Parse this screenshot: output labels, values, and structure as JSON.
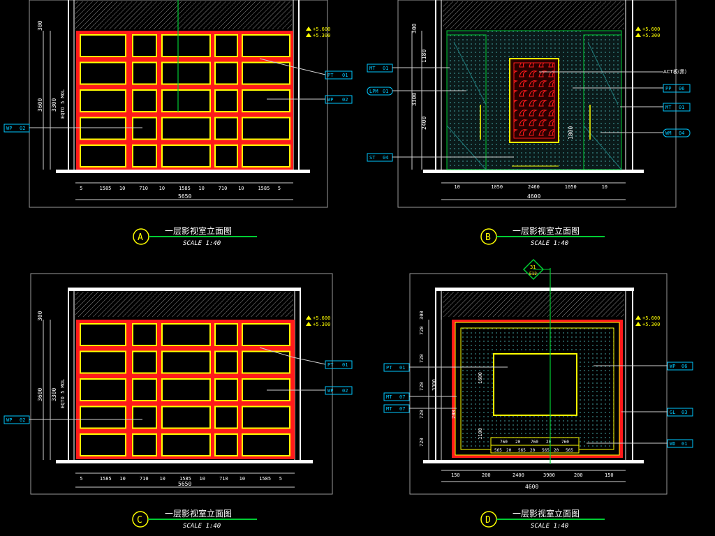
{
  "colors": {
    "background": "#000000",
    "red": "#ff1a1a",
    "yellow": "#ffff00",
    "white": "#ffffff",
    "green": "#00cc33",
    "teal": "#1f7a7a",
    "cyan": "#00c8ff",
    "grey": "#9a9a9a"
  },
  "panels": [
    {
      "id": "A",
      "title": "一层影视室立面图",
      "scale": "SCALE 1:40",
      "elev_marks": [
        "+5.600",
        "+5.300"
      ],
      "vert_dims": [
        "300",
        "3600",
        "3300",
        "EQTO 5 MOL"
      ],
      "horiz_dims": [
        "5",
        "1585",
        "10",
        "710",
        "10",
        "1585",
        "10",
        "710",
        "10",
        "1585",
        "5"
      ],
      "total_width": "5650",
      "left_tags": [
        {
          "code": "WP",
          "num": "02"
        }
      ],
      "right_tags": [
        {
          "code": "PT",
          "num": "01"
        },
        {
          "code": "WP",
          "num": "02"
        }
      ]
    },
    {
      "id": "B",
      "title": "一层影视室立面图",
      "scale": "SCALE 1:40",
      "elev_marks": [
        "+5.600",
        "+5.300"
      ],
      "vert_dims": [
        "300",
        "1180",
        "3300",
        "2400",
        "1800"
      ],
      "horiz_dims": [
        "10",
        "1050",
        "2460",
        "1050",
        "10"
      ],
      "total_width": "4600",
      "left_tags": [
        {
          "code": "MT",
          "num": "01"
        },
        {
          "code": "LPM",
          "num": "01"
        },
        {
          "code": "ST",
          "num": "04"
        }
      ],
      "right_tags": [
        {
          "code": "PP",
          "num": "06"
        },
        {
          "code": "MT",
          "num": "01"
        },
        {
          "code": "WM",
          "num": "04"
        }
      ],
      "note": "ACT板(黑)"
    },
    {
      "id": "C",
      "title": "一层影视室立面图",
      "scale": "SCALE 1:40",
      "elev_marks": [
        "+5.600",
        "+5.300"
      ],
      "vert_dims": [
        "300",
        "3600",
        "3300",
        "EQTO 5 MOL"
      ],
      "horiz_dims": [
        "5",
        "1585",
        "10",
        "710",
        "10",
        "1585",
        "10",
        "710",
        "10",
        "1585",
        "5"
      ],
      "total_width": "5650",
      "left_tags": [
        {
          "code": "WP",
          "num": "02"
        }
      ],
      "right_tags": [
        {
          "code": "PT",
          "num": "01"
        },
        {
          "code": "WP",
          "num": "02"
        }
      ]
    },
    {
      "id": "D",
      "title": "一层影视室立面图",
      "scale": "SCALE 1:40",
      "elev_marks": [
        "+5.600",
        "+5.300"
      ],
      "vert_dims": [
        "300",
        "720",
        "720",
        "720",
        "720",
        "720",
        "3300",
        "1600",
        "1100",
        "200"
      ],
      "horiz_dims": [
        "150",
        "200",
        "2400",
        "3900",
        "200",
        "150"
      ],
      "total_width": "4600",
      "callout": {
        "num": "31",
        "sheet": "E12"
      },
      "cabinet_top": [
        "760",
        "20",
        "760",
        "20",
        "760"
      ],
      "cabinet_bottom": [
        "565",
        "20",
        "565",
        "20",
        "565",
        "20",
        "565"
      ],
      "left_tags": [
        {
          "code": "PT",
          "num": "01"
        },
        {
          "code": "MT",
          "num": "07"
        },
        {
          "code": "MT",
          "num": "07"
        }
      ],
      "right_tags": [
        {
          "code": "WP",
          "num": "06"
        },
        {
          "code": "GL",
          "num": "03"
        },
        {
          "code": "WD",
          "num": "01"
        }
      ]
    }
  ]
}
